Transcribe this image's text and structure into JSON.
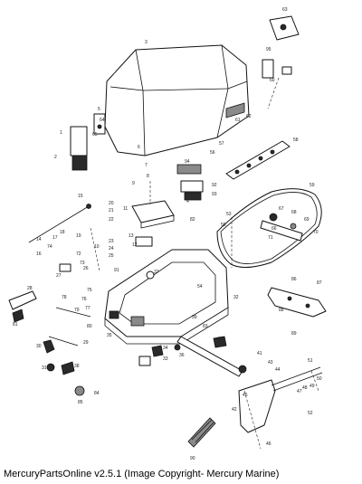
{
  "caption": "MercuryPartsOnline v2.5.1 (Image Copyright- Mercury Marine)",
  "callouts": [
    "1",
    "2",
    "3",
    "4",
    "5",
    "6",
    "7",
    "8",
    "9",
    "10",
    "11",
    "12",
    "13",
    "14",
    "15",
    "16",
    "17",
    "18",
    "19",
    "20",
    "21",
    "22",
    "23",
    "24",
    "25",
    "26",
    "27",
    "28",
    "29",
    "30",
    "31",
    "32",
    "33",
    "34",
    "35",
    "36",
    "37",
    "38",
    "39",
    "40",
    "41",
    "42",
    "43",
    "44",
    "45",
    "46",
    "47",
    "48",
    "49",
    "50",
    "51",
    "52",
    "53",
    "54",
    "55",
    "56",
    "57",
    "58",
    "59",
    "60",
    "61",
    "62",
    "63",
    "64",
    "65",
    "66",
    "67",
    "68",
    "69",
    "70",
    "71",
    "72",
    "73",
    "74",
    "75",
    "76",
    "77",
    "78",
    "79",
    "80",
    "81",
    "82",
    "83",
    "84",
    "85",
    "86",
    "87",
    "88",
    "89",
    "90",
    "91",
    "92",
    "93",
    "94",
    "95"
  ]
}
